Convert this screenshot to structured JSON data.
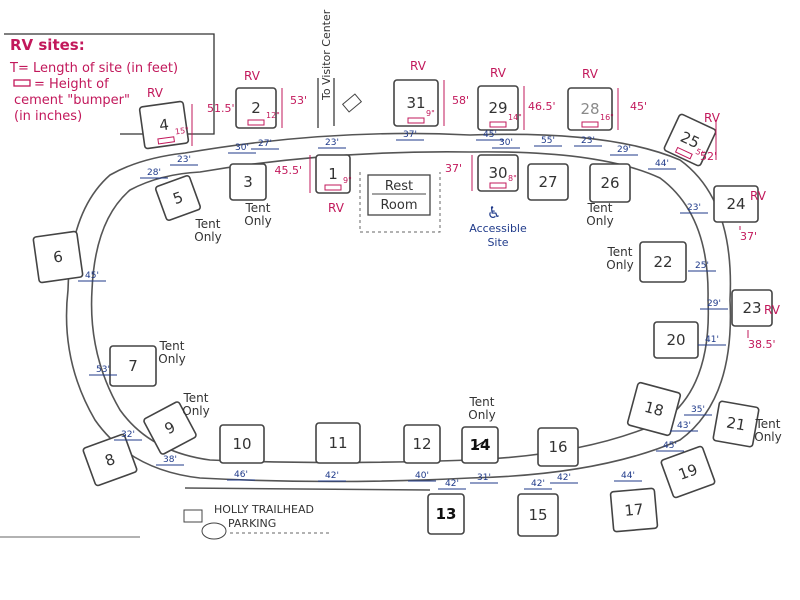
{
  "legend": {
    "title": "RV sites:",
    "line1": "T= Length of site (in feet)",
    "line2": "= Height of",
    "line3": "cement \"bumper\"",
    "line4": "(in inches)"
  },
  "visitor_center": "To Visitor Center",
  "restroom": {
    "line1": "Rest",
    "line2": "Room"
  },
  "accessible": {
    "line1": "Accessible",
    "line2": "Site"
  },
  "trailhead": {
    "line1": "HOLLY TRAILHEAD",
    "line2": "PARKING"
  },
  "sites": [
    {
      "id": "s1",
      "num": "1",
      "rv": "RV",
      "bumper": "9\"",
      "length": "45.5'",
      "width": "23'"
    },
    {
      "id": "s2",
      "num": "2",
      "rv": "RV",
      "bumper": "12\"",
      "length": "53'",
      "width": "30'"
    },
    {
      "id": "s3",
      "num": "3",
      "note": "Tent Only",
      "width": "27'"
    },
    {
      "id": "s4",
      "num": "4",
      "rv": "RV",
      "bumper": "15\"",
      "length": "51.5'",
      "width": "23'"
    },
    {
      "id": "s5",
      "num": "5",
      "note": "Tent Only",
      "width": "28'"
    },
    {
      "id": "s6",
      "num": "6",
      "width": "45'"
    },
    {
      "id": "s7",
      "num": "7",
      "note": "Tent Only",
      "width": "53'"
    },
    {
      "id": "s8",
      "num": "8",
      "width": "32'"
    },
    {
      "id": "s9",
      "num": "9",
      "note": "Tent Only",
      "width": "38'"
    },
    {
      "id": "s10",
      "num": "10",
      "width": "46'"
    },
    {
      "id": "s11",
      "num": "11",
      "width": "42'"
    },
    {
      "id": "s12",
      "num": "12",
      "width": "40'"
    },
    {
      "id": "s13",
      "num": "13",
      "width": "42'"
    },
    {
      "id": "s14",
      "num": "14",
      "note": "Tent Only",
      "width": "31'"
    },
    {
      "id": "s15",
      "num": "15",
      "width": "42'"
    },
    {
      "id": "s16",
      "num": "16",
      "width": "42'"
    },
    {
      "id": "s17",
      "num": "17",
      "width": "44'"
    },
    {
      "id": "s18",
      "num": "18",
      "width": "35'"
    },
    {
      "id": "s19",
      "num": "19",
      "width": "45'"
    },
    {
      "id": "s20",
      "num": "20",
      "width": "41'"
    },
    {
      "id": "s21",
      "num": "21",
      "note": "Tent Only",
      "width": "43'"
    },
    {
      "id": "s22",
      "num": "22",
      "note": "Tent Only",
      "width": "25'"
    },
    {
      "id": "s23",
      "num": "23",
      "rv": "RV",
      "length": "38.5'",
      "width": "29'"
    },
    {
      "id": "s24",
      "num": "24",
      "rv": "RV",
      "length": "37'",
      "width": "23'"
    },
    {
      "id": "s25",
      "num": "25",
      "rv": "RV",
      "bumper": "5\"",
      "length": "52'",
      "width": "44'"
    },
    {
      "id": "s26",
      "num": "26",
      "note": "Tent Only",
      "width": "29'"
    },
    {
      "id": "s27",
      "num": "27",
      "width": "55'"
    },
    {
      "id": "s28",
      "num": "28",
      "rv": "RV",
      "bumper": "16\"",
      "length": "45'",
      "width": "23'"
    },
    {
      "id": "s29",
      "num": "29",
      "rv": "RV",
      "bumper": "14\"",
      "length": "46.5'",
      "width": "45'"
    },
    {
      "id": "s30",
      "num": "30",
      "bumper": "8\"",
      "length": "37'",
      "width": "30'"
    },
    {
      "id": "s31",
      "num": "31",
      "rv": "RV",
      "bumper": "9\"",
      "length": "58'",
      "width": "37'"
    }
  ]
}
